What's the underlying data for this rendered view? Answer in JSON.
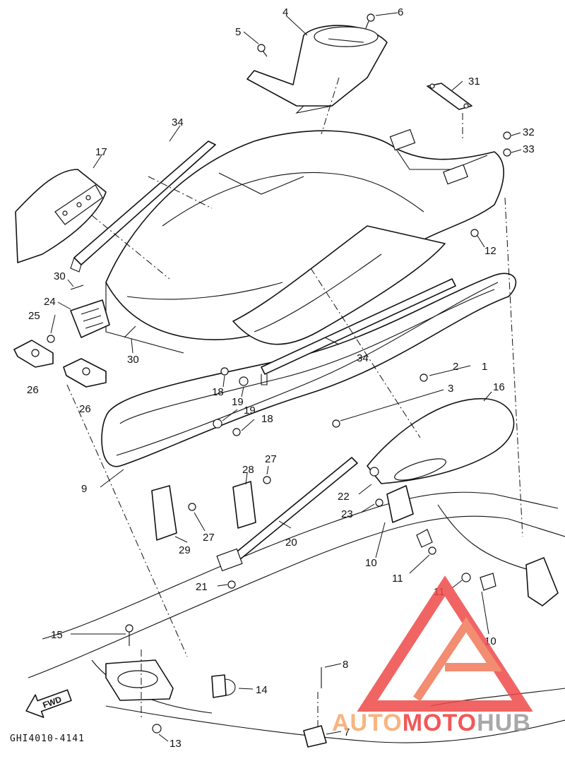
{
  "diagram": {
    "code": "GHI4010-4141",
    "fwd_label": "FWD",
    "labels": [
      {
        "id": "p4",
        "text": "4"
      },
      {
        "id": "p6",
        "text": "6"
      },
      {
        "id": "p5",
        "text": "5"
      },
      {
        "id": "p31",
        "text": "31"
      },
      {
        "id": "p34a",
        "text": "34"
      },
      {
        "id": "p17",
        "text": "17"
      },
      {
        "id": "p32",
        "text": "32"
      },
      {
        "id": "p33",
        "text": "33"
      },
      {
        "id": "p12",
        "text": "12"
      },
      {
        "id": "p30a",
        "text": "30"
      },
      {
        "id": "p24",
        "text": "24"
      },
      {
        "id": "p25",
        "text": "25"
      },
      {
        "id": "p30b",
        "text": "30"
      },
      {
        "id": "p26a",
        "text": "26"
      },
      {
        "id": "p26b",
        "text": "26"
      },
      {
        "id": "p34b",
        "text": "34"
      },
      {
        "id": "p2",
        "text": "2"
      },
      {
        "id": "p1",
        "text": "1"
      },
      {
        "id": "p18a",
        "text": "18"
      },
      {
        "id": "p19a",
        "text": "19"
      },
      {
        "id": "p3",
        "text": "3"
      },
      {
        "id": "p16",
        "text": "16"
      },
      {
        "id": "p19b",
        "text": "19"
      },
      {
        "id": "p18b",
        "text": "18"
      },
      {
        "id": "p9",
        "text": "9"
      },
      {
        "id": "p27a",
        "text": "27"
      },
      {
        "id": "p28",
        "text": "28"
      },
      {
        "id": "p22",
        "text": "22"
      },
      {
        "id": "p23",
        "text": "23"
      },
      {
        "id": "p27b",
        "text": "27"
      },
      {
        "id": "p29",
        "text": "29"
      },
      {
        "id": "p20",
        "text": "20"
      },
      {
        "id": "p10a",
        "text": "10"
      },
      {
        "id": "p11a",
        "text": "11"
      },
      {
        "id": "p21",
        "text": "21"
      },
      {
        "id": "p11b",
        "text": "11"
      },
      {
        "id": "p10b",
        "text": "10"
      },
      {
        "id": "p15",
        "text": "15"
      },
      {
        "id": "p8",
        "text": "8"
      },
      {
        "id": "p14",
        "text": "14"
      },
      {
        "id": "p13",
        "text": "13"
      },
      {
        "id": "p7",
        "text": "7"
      }
    ]
  },
  "watermark": {
    "part1": "AUTO",
    "part2": "MOTO",
    "part3": "HUB",
    "colors": {
      "auto": "#f6a86b",
      "moto": "#ef3b3b",
      "hub": "#9a9a9a"
    }
  }
}
